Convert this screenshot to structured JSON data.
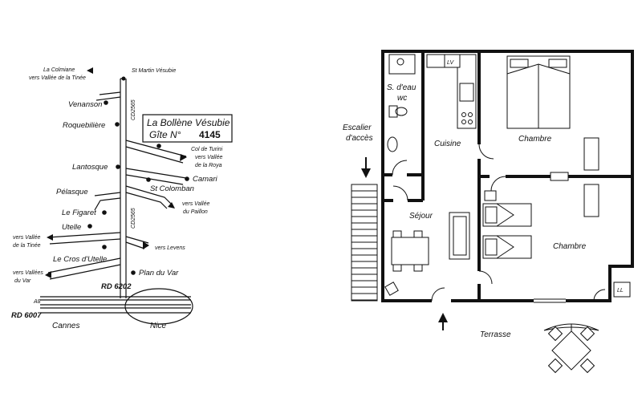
{
  "map": {
    "box_line1": "La Bollène Vésubie",
    "box_line2_prefix": "Gîte N°",
    "box_number": "4145",
    "places": {
      "st_martin": "St Martin Vésubie",
      "colmiane_1": "La Colmiane",
      "colmiane_2": "vers Vallée de la Tinée",
      "venanson": "Venanson",
      "roquebilliere": "Roquebilière",
      "turini_1": "Col de Turini",
      "turini_2": "vers Vallée",
      "turini_3": "de la Roya",
      "camari": "Camari",
      "lantosque": "Lantosque",
      "st_colomban": "St Colomban",
      "pelasque": "Pélasque",
      "paillon_1": "vers Vallée",
      "paillon_2": "du Paillon",
      "le_figaret": "Le Figaret",
      "utelle": "Utelle",
      "tinee2_1": "vers Vallée",
      "tinee2_2": "de la Tinée",
      "levens": "vers Levens",
      "cros_utelle": "Le Cros d'Utelle",
      "var_1": "vers Vallées",
      "var_2": "du Var",
      "plan_du_var": "Plan du Var",
      "rd6202": "RD 6202",
      "a8": "A8",
      "rd6007": "RD 6007",
      "cannes": "Cannes",
      "nice": "Nice",
      "cd2565_a": "CD2565",
      "cd2565_b": "CD2565"
    }
  },
  "plan": {
    "escalier_1": "Escalier",
    "escalier_2": "d'accès",
    "sdeau_1": "S. d'eau",
    "sdeau_2": "wc",
    "cuisine": "Cuisine",
    "chambre_1": "Chambre",
    "chambre_2": "Chambre",
    "sejour": "Séjour",
    "terrasse": "Terrasse",
    "lv": "LV",
    "ll": "LL"
  }
}
